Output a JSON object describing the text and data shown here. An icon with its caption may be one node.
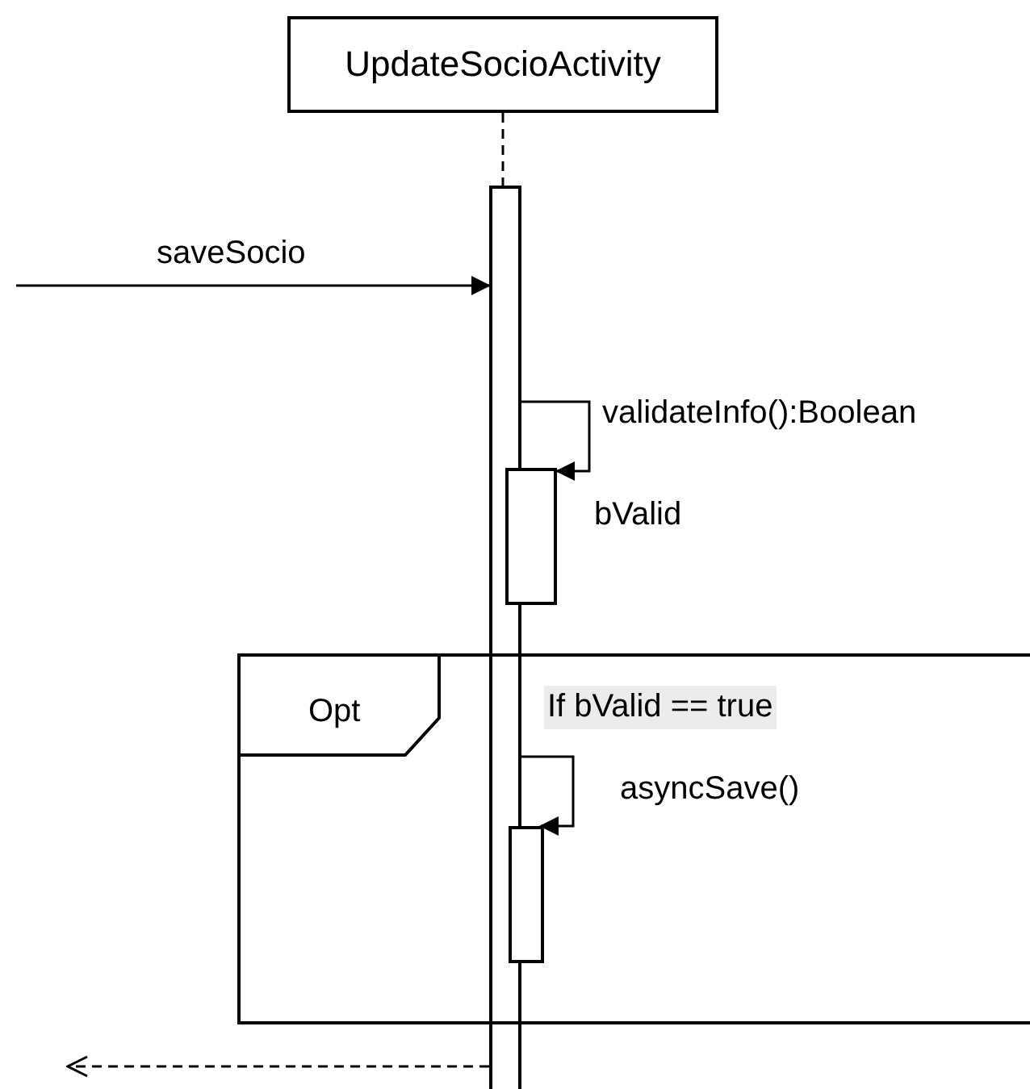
{
  "diagram": {
    "nodes": [
      {
        "text": [
          "UpdateSocioActivity"
        ]
      },
      {
        "text": [],
        "shape": "bar"
      },
      {
        "text": [],
        "shape": "bar"
      },
      {
        "text": [
          "Opt",
          "If bValid == true"
        ]
      },
      {
        "text": [],
        "shape": "bar",
        "in": 3
      }
    ],
    "edges": [
      {
        "from": 0,
        "to": 1,
        "arrow": "none",
        "style": "dashed"
      },
      {
        "from": null,
        "to": 1,
        "arrow": "to",
        "label": "saveSocio"
      },
      {
        "from": 1,
        "to": 2,
        "arrow": "to",
        "label": "validateInfo():Boolean"
      },
      {
        "from": 1,
        "to": 4,
        "arrow": "to",
        "label": "asyncSave()"
      },
      {
        "from": 1,
        "to": null,
        "arrow": "to",
        "style": "dashed"
      }
    ],
    "labels": [
      "bValid"
    ]
  }
}
